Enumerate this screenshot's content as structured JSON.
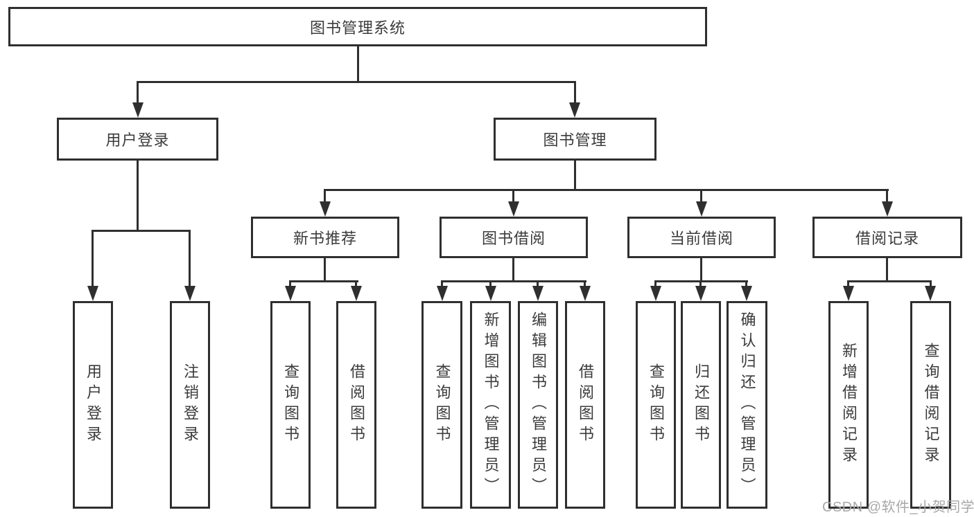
{
  "diagram": {
    "title": "图书管理系统",
    "root": "图书管理系统",
    "level2": [
      "用户登录",
      "图书管理"
    ],
    "level3": [
      "新书推荐",
      "图书借阅",
      "当前借阅",
      "借阅记录"
    ],
    "leaves": {
      "user_login": [
        "用户登录",
        "注销登录"
      ],
      "new_book_recommend": [
        "查询图书",
        "借阅图书"
      ],
      "book_borrow": [
        "查询图书",
        "新增图书（管理员）",
        "编辑图书（管理员）",
        "借阅图书"
      ],
      "current_borrow": [
        "查询图书",
        "归还图书",
        "确认归还（管理员）"
      ],
      "borrow_records": [
        "新增借阅记录",
        "查询借阅记录"
      ]
    }
  },
  "watermark": "CSDN @软件_小贺同学",
  "colors": {
    "line": "#2f2f2f",
    "text": "#3b3b3b",
    "watermark": "#a8a8a8",
    "background": "#ffffff"
  }
}
